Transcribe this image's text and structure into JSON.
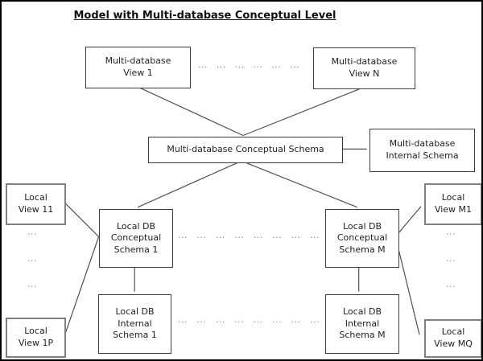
{
  "title": "Model with Multi-database Conceptual Level",
  "ellipsis": "...",
  "boxes": {
    "mdb_view_1": {
      "line1": "Multi-database",
      "line2": "View 1"
    },
    "mdb_view_n": {
      "line1": "Multi-database",
      "line2": "View N"
    },
    "mdb_conceptual_schema": {
      "line1": "Multi-database Conceptual Schema"
    },
    "mdb_internal_schema": {
      "line1": "Multi-database",
      "line2": "Internal Schema"
    },
    "local_view_11": {
      "line1": "Local",
      "line2": "View 11"
    },
    "local_view_1p": {
      "line1": "Local",
      "line2": "View 1P"
    },
    "ldb_conceptual_1": {
      "line1": "Local DB",
      "line2": "Conceptual",
      "line3": "Schema 1"
    },
    "ldb_internal_1": {
      "line1": "Local DB",
      "line2": "Internal",
      "line3": "Schema 1"
    },
    "ldb_conceptual_m": {
      "line1": "Local DB",
      "line2": "Conceptual",
      "line3": "Schema M"
    },
    "ldb_internal_m": {
      "line1": "Local DB",
      "line2": "Internal",
      "line3": "Schema M"
    },
    "local_view_m1": {
      "line1": "Local",
      "line2": "View M1"
    },
    "local_view_mq": {
      "line1": "Local",
      "line2": "View MQ"
    }
  },
  "colors": {
    "outer_border": "#000000",
    "box_border_dark": "#3c3c3c",
    "box_border_gray": "#808080",
    "connector": "#4f4f4f",
    "dots": "#8a8a8a",
    "text": "#1f1f1f",
    "background": "#ffffff"
  }
}
